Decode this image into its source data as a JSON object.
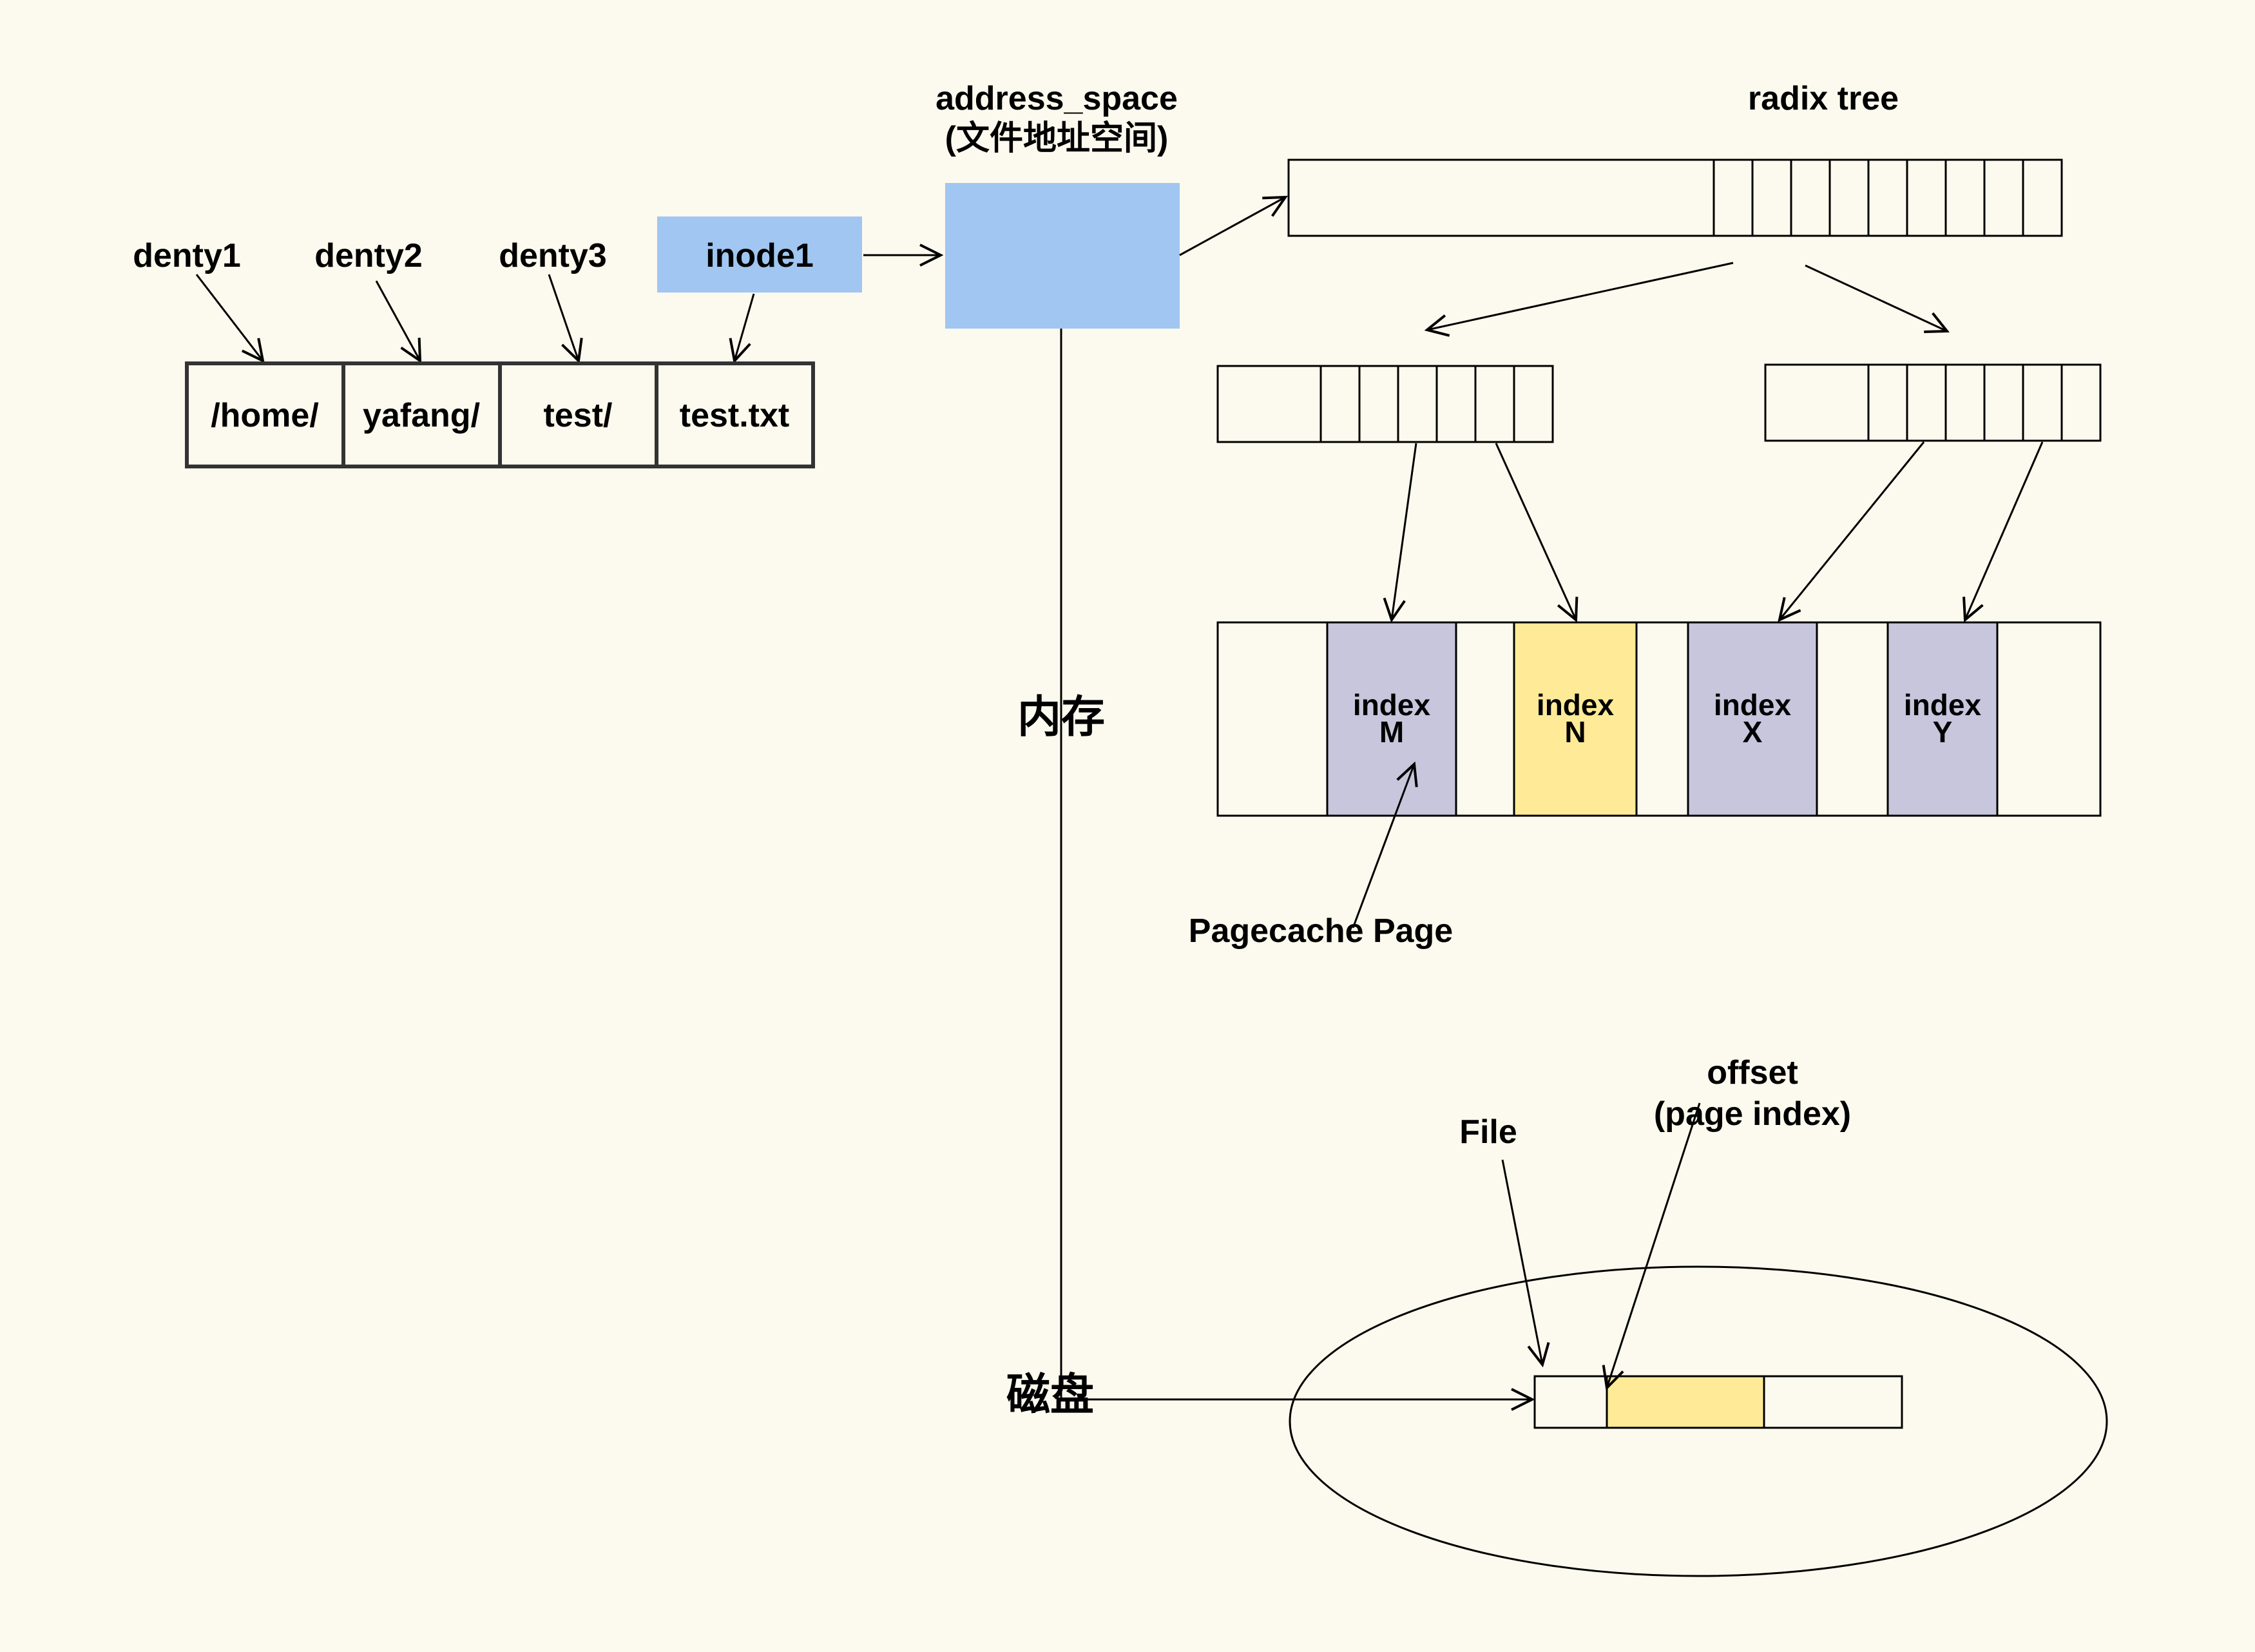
{
  "labels": {
    "address_space_line1": "address_space",
    "address_space_line2": "(文件地址空间)",
    "radix_tree": "radix tree",
    "denty1": "denty1",
    "denty2": "denty2",
    "denty3": "denty3",
    "inode1": "inode1",
    "memory": "内存",
    "disk": "磁盘",
    "pagecache_page": "Pagecache Page",
    "file": "File",
    "offset_line1": "offset",
    "offset_line2": "(page index)"
  },
  "path_cells": [
    "/home/",
    "yafang/",
    "test/",
    "test.txt"
  ],
  "page_cells": [
    {
      "line1": "index",
      "line2": "M"
    },
    {
      "line1": "index",
      "line2": "N"
    },
    {
      "line1": "index",
      "line2": "X"
    },
    {
      "line1": "index",
      "line2": "Y"
    }
  ],
  "colors": {
    "background": "#fcfaee",
    "blue": "#a0c6f1",
    "purple": "#c8c6dd",
    "yellow": "#ffeb97"
  }
}
